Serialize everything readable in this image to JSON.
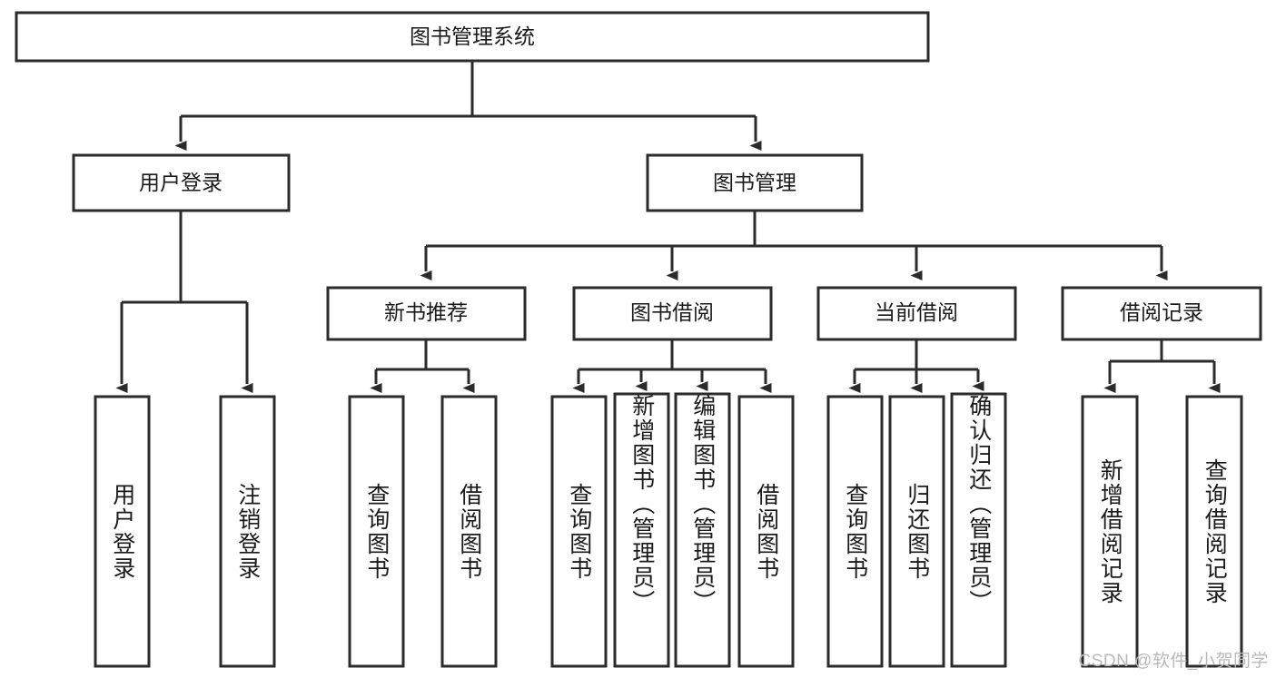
{
  "diagram": {
    "title": "图书管理系统",
    "type": "tree-hierarchy",
    "root": {
      "label": "图书管理系统"
    },
    "level2": [
      {
        "label": "用户登录"
      },
      {
        "label": "图书管理"
      }
    ],
    "level3": [
      {
        "label": "新书推荐"
      },
      {
        "label": "图书借阅"
      },
      {
        "label": "当前借阅"
      },
      {
        "label": "借阅记录"
      }
    ],
    "leaves": {
      "user_login": [
        {
          "label": "用户登录"
        },
        {
          "label": "注销登录"
        }
      ],
      "new_book_recommend": [
        {
          "label": "查询图书"
        },
        {
          "label": "借阅图书"
        }
      ],
      "book_borrow": [
        {
          "label": "查询图书"
        },
        {
          "label": "新增图书（管理员）"
        },
        {
          "label": "编辑图书（管理员）"
        },
        {
          "label": "借阅图书"
        }
      ],
      "current_borrow": [
        {
          "label": "查询图书"
        },
        {
          "label": "归还图书"
        },
        {
          "label": "确认归还（管理员）"
        }
      ],
      "borrow_record": [
        {
          "label": "新增借阅记录"
        },
        {
          "label": "查询借阅记录"
        }
      ]
    }
  },
  "watermark": {
    "text": "CSDN @软件_小贺同学"
  },
  "colors": {
    "stroke": "#2b2b2b",
    "box_fill": "#ffffff",
    "text": "#1a1a1a",
    "watermark": "#b9b9b9",
    "background": "#ffffff"
  }
}
